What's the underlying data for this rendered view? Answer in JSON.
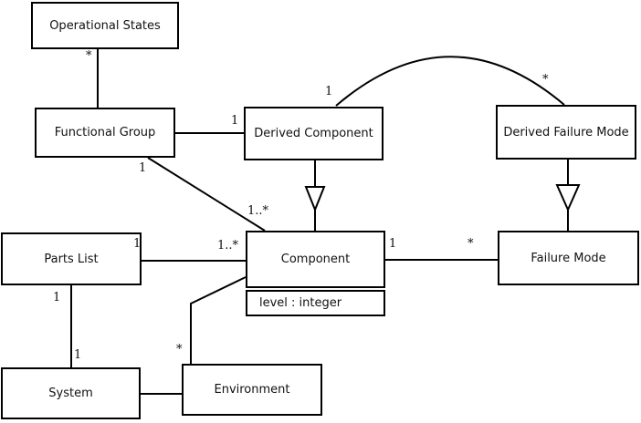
{
  "diagram": {
    "kind": "uml-class-diagram",
    "classes": {
      "operational_states": {
        "name": "Operational States"
      },
      "functional_group": {
        "name": "Functional Group"
      },
      "derived_component": {
        "name": "Derived Component"
      },
      "derived_failure_mode": {
        "name": "Derived Failure Mode"
      },
      "parts_list": {
        "name": "Parts List"
      },
      "component": {
        "name": "Component",
        "attribute": "level : integer"
      },
      "failure_mode": {
        "name": "Failure Mode"
      },
      "system": {
        "name": "System"
      },
      "environment": {
        "name": "Environment"
      }
    },
    "relationships": [
      {
        "type": "association",
        "source": "Operational States",
        "target": "Functional Group",
        "source_multiplicity": "*"
      },
      {
        "type": "association",
        "source": "Functional Group",
        "target": "Derived Component",
        "target_multiplicity": "1"
      },
      {
        "type": "association",
        "source": "Functional Group",
        "target": "Component",
        "source_multiplicity": "1",
        "target_multiplicity": "1..*"
      },
      {
        "type": "generalization",
        "source": "Derived Component",
        "target": "Component"
      },
      {
        "type": "association",
        "source": "Derived Component",
        "target": "Derived Failure Mode",
        "source_multiplicity": "1",
        "target_multiplicity": "*"
      },
      {
        "type": "generalization",
        "source": "Derived Failure Mode",
        "target": "Failure Mode"
      },
      {
        "type": "association",
        "source": "Component",
        "target": "Failure Mode",
        "source_multiplicity": "1",
        "target_multiplicity": "*"
      },
      {
        "type": "association",
        "source": "Parts List",
        "target": "Component",
        "source_multiplicity": "1",
        "target_multiplicity": "1..*"
      },
      {
        "type": "association",
        "source": "Parts List",
        "target": "System",
        "source_multiplicity": "1",
        "target_multiplicity": "1"
      },
      {
        "type": "association",
        "source": "System",
        "target": "Environment"
      },
      {
        "type": "association",
        "source": "Environment",
        "target": "Component",
        "source_multiplicity": "*"
      }
    ]
  }
}
